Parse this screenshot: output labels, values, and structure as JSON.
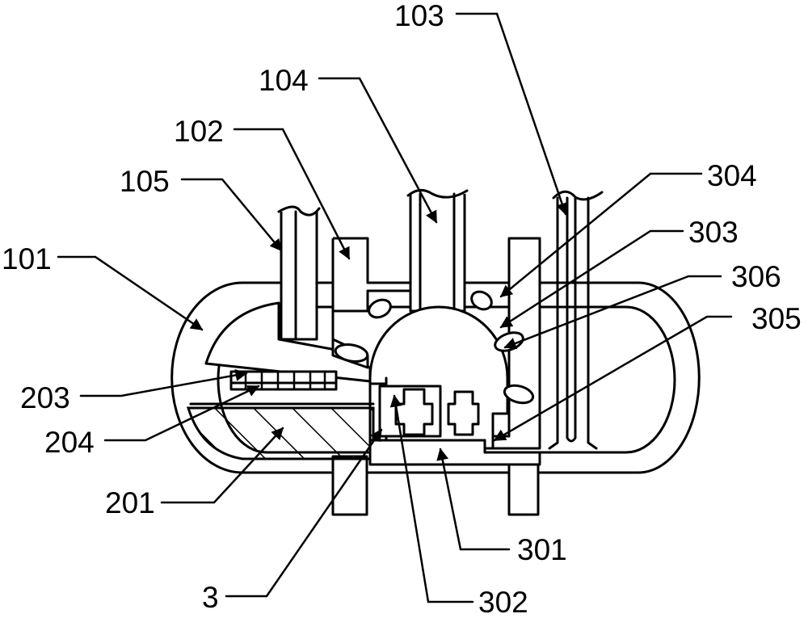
{
  "figure": {
    "labels": {
      "l101": "101",
      "l102": "102",
      "l103": "103",
      "l104": "104",
      "l105": "105",
      "l201": "201",
      "l203": "203",
      "l204": "204",
      "l3": "3",
      "l301": "301",
      "l302": "302",
      "l303": "303",
      "l304": "304",
      "l305": "305",
      "l306": "306"
    }
  }
}
